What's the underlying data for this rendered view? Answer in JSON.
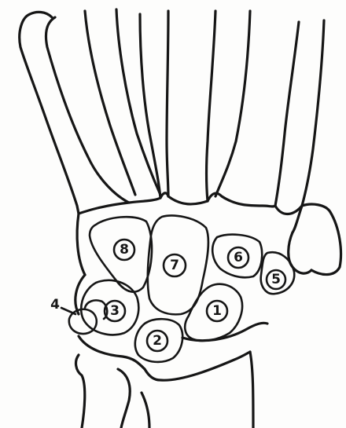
{
  "labels": {
    "bone_1": "1",
    "bone_2": "2",
    "bone_3": "3",
    "bone_4": "4",
    "bone_5": "5",
    "bone_6": "6",
    "bone_7": "7",
    "bone_8": "8"
  },
  "colors": {
    "ink": "#161616",
    "paper": "#fdfdfc"
  }
}
